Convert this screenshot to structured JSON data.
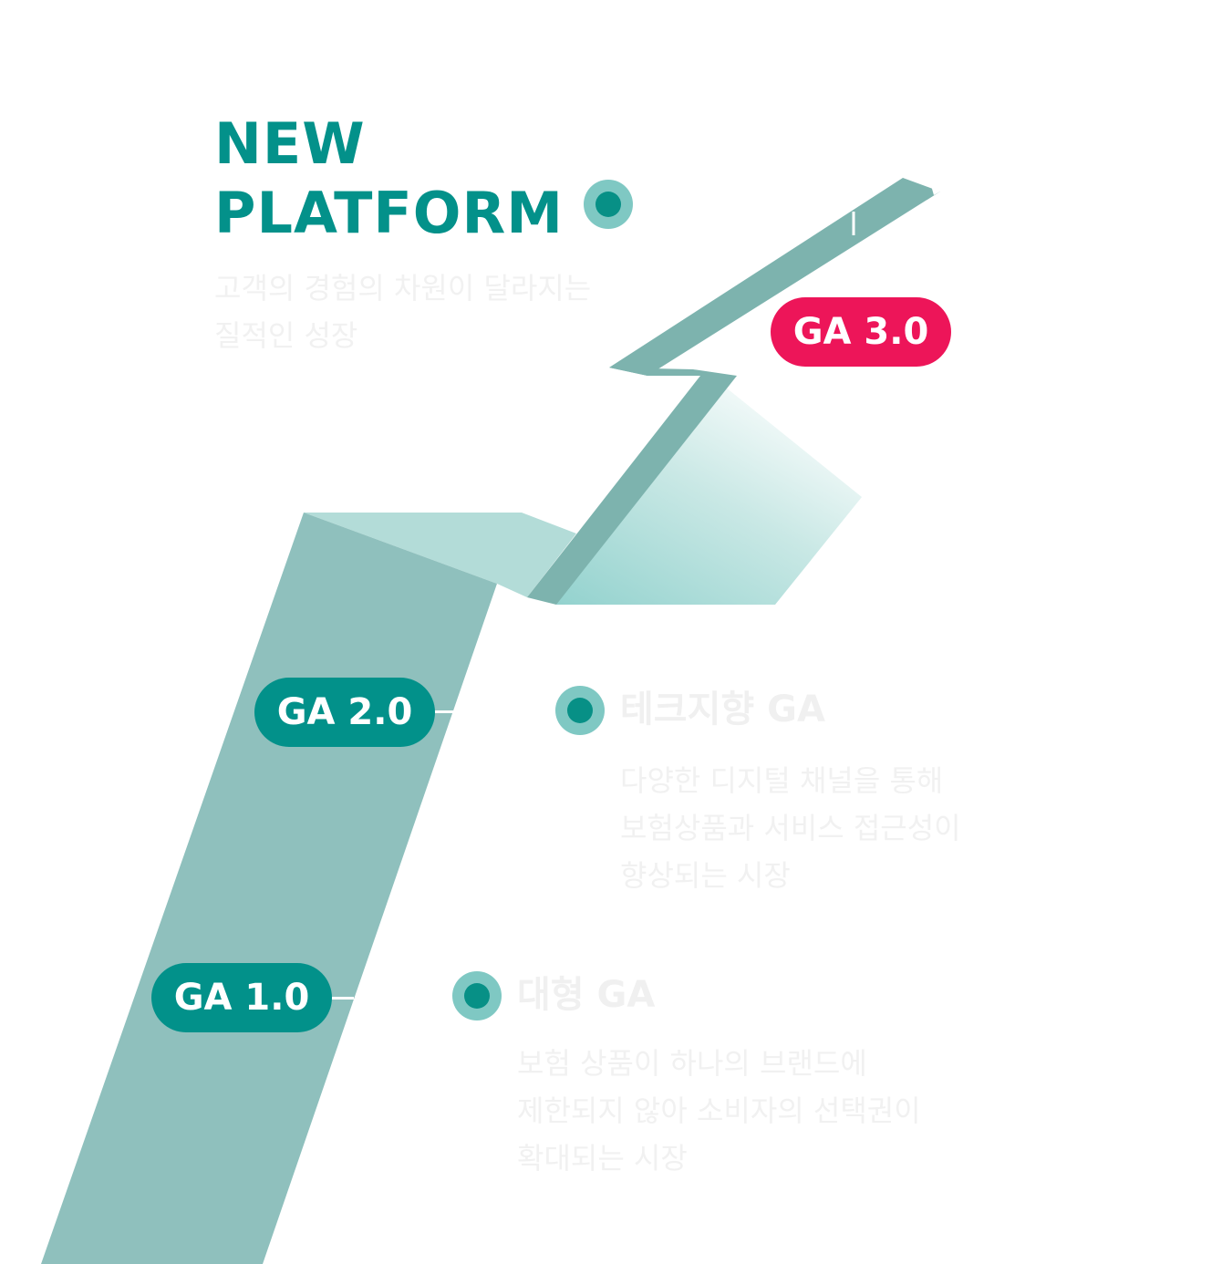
{
  "title": {
    "line1": "NEW",
    "line2": "PLATFORM"
  },
  "intro": {
    "line1": "고객의 경험의 차원이 달라지는",
    "line2": "질적인 성장"
  },
  "stages": {
    "ga3": {
      "label": "GA 3.0"
    },
    "ga2": {
      "label": "GA 2.0",
      "heading": "테크지향 GA",
      "desc_line1": "다양한 디지털 채널을 통해",
      "desc_line2": "보험상품과 서비스 접근성이",
      "desc_line3": "향상되는 시장"
    },
    "ga1": {
      "label": "GA 1.0",
      "heading": "대형 GA",
      "desc_line1": "보험 상품이 하나의 브랜드에",
      "desc_line2": "제한되지 않아 소비자의 선택권이",
      "desc_line3": "확대되는 시장"
    }
  },
  "colors": {
    "teal": "#02918a",
    "teal_light": "#8fc0bd",
    "teal_pale": "#b3dcd8",
    "teal_mid": "#7db3ae",
    "red": "#ed1559",
    "faint_text": "#f1f1f1"
  }
}
